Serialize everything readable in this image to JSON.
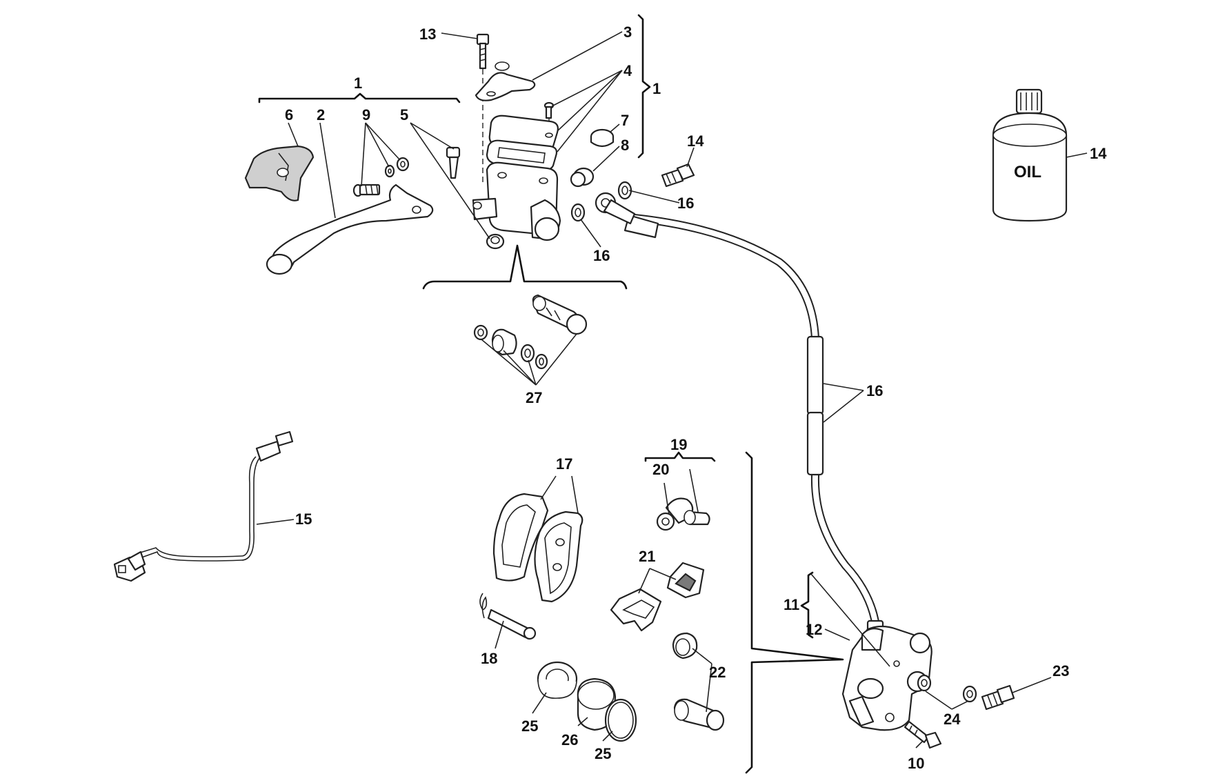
{
  "callouts": {
    "c13": "13",
    "c3": "3",
    "c4": "4",
    "c1_right": "1",
    "c1_left": "1",
    "c6": "6",
    "c2": "2",
    "c9": "9",
    "c5": "5",
    "c7": "7",
    "c8": "8",
    "c14_bolt": "14",
    "c16_a": "16",
    "c16_b": "16",
    "c16_c": "16",
    "c14_oil": "14",
    "c27": "27",
    "c15": "15",
    "c17": "17",
    "c19": "19",
    "c20": "20",
    "c21": "21",
    "c18": "18",
    "c22": "22",
    "c25_a": "25",
    "c26": "26",
    "c25_b": "25",
    "c11": "11",
    "c12": "12",
    "c23": "23",
    "c24": "24",
    "c10": "10"
  },
  "oil_bottle": {
    "label": "OIL"
  },
  "colors": {
    "line": "#222222",
    "shade": "#cfcfcf",
    "dark": "#7a7a7a",
    "background": "#ffffff"
  }
}
